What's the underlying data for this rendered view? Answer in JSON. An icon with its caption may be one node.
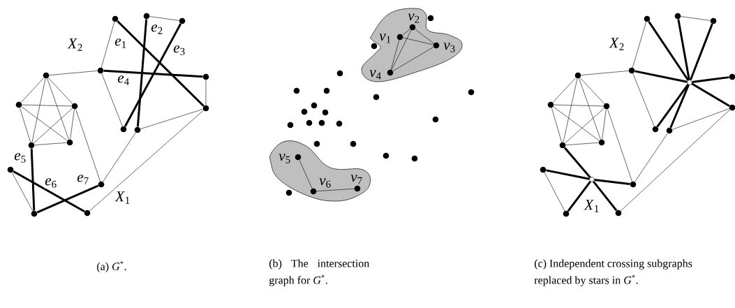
{
  "diagram": {
    "nodes": [
      {
        "text": [],
        "shape": "circle"
      },
      {
        "text": [],
        "shape": "circle"
      },
      {
        "text": [],
        "shape": "circle"
      },
      {
        "text": [],
        "shape": "circle"
      },
      {
        "text": [],
        "shape": "circle"
      },
      {
        "text": [],
        "shape": "circle"
      },
      {
        "text": [],
        "shape": "circle"
      },
      {
        "text": [],
        "shape": "circle"
      },
      {
        "text": [],
        "shape": "circle"
      },
      {
        "text": [],
        "shape": "circle"
      },
      {
        "text": [],
        "shape": "circle"
      },
      {
        "text": [],
        "shape": "circle"
      },
      {
        "text": [],
        "shape": "circle"
      },
      {
        "text": [],
        "shape": "circle"
      },
      {
        "text": [],
        "shape": "circle"
      },
      {
        "text": [],
        "shape": "circle"
      },
      {
        "text": [],
        "shape": "circle"
      },
      {
        "text": [],
        "shape": "cloud"
      },
      {
        "text": [],
        "shape": "circle",
        "in": 17,
        "beside": [
          "*v*$_{1}$"
        ]
      },
      {
        "text": [],
        "shape": "circle",
        "in": 17,
        "beside": [
          "*v*$_{2}$"
        ]
      },
      {
        "text": [],
        "shape": "circle",
        "in": 17,
        "beside": [
          "*v*$_{3}$"
        ]
      },
      {
        "text": [],
        "shape": "circle",
        "in": 17,
        "beside": [
          "*v*$_{4}$"
        ]
      },
      {
        "text": [],
        "shape": "circle"
      },
      {
        "text": [],
        "shape": "circle"
      },
      {
        "text": [],
        "shape": "circle"
      },
      {
        "text": [],
        "shape": "circle"
      },
      {
        "text": [],
        "shape": "circle"
      },
      {
        "text": [],
        "shape": "circle"
      },
      {
        "text": [],
        "shape": "circle"
      },
      {
        "text": [],
        "shape": "circle"
      },
      {
        "text": [],
        "shape": "circle"
      },
      {
        "text": [],
        "shape": "circle"
      },
      {
        "text": [],
        "shape": "circle"
      },
      {
        "text": [],
        "shape": "circle"
      },
      {
        "text": [],
        "shape": "circle"
      },
      {
        "text": [],
        "shape": "circle"
      },
      {
        "text": [],
        "shape": "circle"
      },
      {
        "text": [],
        "shape": "cloud"
      },
      {
        "text": [],
        "shape": "circle",
        "in": 37,
        "beside": [
          "*v*$_{5}$"
        ]
      },
      {
        "text": [],
        "shape": "circle",
        "in": 37,
        "beside": [
          "*v*$_{6}$"
        ]
      },
      {
        "text": [],
        "shape": "circle",
        "in": 37,
        "beside": [
          "*v*$_{7}$"
        ]
      },
      {
        "text": [],
        "shape": "circle"
      },
      {
        "text": [],
        "shape": "circle"
      },
      {
        "text": [],
        "shape": "circle"
      },
      {
        "text": [],
        "shape": "circle"
      },
      {
        "text": [],
        "shape": "circle"
      },
      {
        "text": [],
        "shape": "circle"
      },
      {
        "text": [],
        "shape": "circle"
      },
      {
        "text": [],
        "shape": "circle"
      },
      {
        "text": [],
        "shape": "circle"
      },
      {
        "text": [],
        "shape": "ring"
      },
      {
        "text": [],
        "shape": "circle"
      },
      {
        "text": [],
        "shape": "circle"
      },
      {
        "text": [],
        "shape": "circle"
      },
      {
        "text": [],
        "shape": "circle"
      },
      {
        "text": [],
        "shape": "circle"
      },
      {
        "text": [],
        "shape": "circle"
      },
      {
        "text": [],
        "shape": "circle"
      },
      {
        "text": [],
        "shape": "circle"
      },
      {
        "text": [],
        "shape": "circle"
      },
      {
        "text": [],
        "shape": "circle"
      },
      {
        "text": [],
        "shape": "ring"
      },
      {
        "text": [],
        "shape": "circle"
      },
      {
        "text": [],
        "shape": "circle"
      },
      {
        "text": [],
        "shape": "circle"
      }
    ],
    "edges": [
      {
        "from": 0,
        "to": 3,
        "arrow": "none"
      },
      {
        "from": 1,
        "to": 2,
        "arrow": "none"
      },
      {
        "from": 6,
        "to": 3,
        "arrow": "none"
      },
      {
        "from": 3,
        "to": 11,
        "arrow": "none"
      },
      {
        "from": 4,
        "to": 5,
        "arrow": "none"
      },
      {
        "from": 5,
        "to": 12,
        "arrow": "none"
      },
      {
        "from": 5,
        "to": 15,
        "arrow": "none"
      },
      {
        "from": 12,
        "to": 14,
        "arrow": "none"
      },
      {
        "from": 6,
        "to": 7,
        "arrow": "none"
      },
      {
        "from": 6,
        "to": 8,
        "arrow": "none"
      },
      {
        "from": 6,
        "to": 9,
        "arrow": "none"
      },
      {
        "from": 6,
        "to": 10,
        "arrow": "none"
      },
      {
        "from": 7,
        "to": 8,
        "arrow": "none"
      },
      {
        "from": 7,
        "to": 9,
        "arrow": "none"
      },
      {
        "from": 7,
        "to": 10,
        "arrow": "none"
      },
      {
        "from": 8,
        "to": 9,
        "arrow": "none"
      },
      {
        "from": 8,
        "to": 10,
        "arrow": "none"
      },
      {
        "from": 9,
        "to": 10,
        "arrow": "none"
      },
      {
        "from": 8,
        "to": 14,
        "arrow": "none"
      },
      {
        "from": 13,
        "to": 16,
        "arrow": "none"
      },
      {
        "from": 0,
        "to": 5,
        "arrow": "none",
        "style": "thick",
        "label": "*e*$_{1}$"
      },
      {
        "from": 1,
        "to": 12,
        "arrow": "none",
        "style": "thick",
        "label": "*e*$_{2}$"
      },
      {
        "from": 2,
        "to": 11,
        "arrow": "none",
        "style": "thick",
        "label": "*e*$_{3}$"
      },
      {
        "from": 3,
        "to": 4,
        "arrow": "none",
        "style": "thick",
        "label": "*e*$_{4}$"
      },
      {
        "from": 10,
        "to": 16,
        "arrow": "none",
        "style": "thick",
        "label": "*e*$_{5}$"
      },
      {
        "from": 13,
        "to": 15,
        "arrow": "none",
        "style": "thick",
        "label": "*e*$_{6}$"
      },
      {
        "from": 16,
        "to": 14,
        "arrow": "none",
        "style": "thick",
        "label": "*e*$_{7}$"
      },
      {
        "from": 18,
        "to": 19,
        "arrow": "none"
      },
      {
        "from": 18,
        "to": 20,
        "arrow": "none"
      },
      {
        "from": 18,
        "to": 21,
        "arrow": "none"
      },
      {
        "from": 19,
        "to": 20,
        "arrow": "none"
      },
      {
        "from": 19,
        "to": 21,
        "arrow": "none"
      },
      {
        "from": 20,
        "to": 21,
        "arrow": "none"
      },
      {
        "from": 38,
        "to": 39,
        "arrow": "none"
      },
      {
        "from": 39,
        "to": 40,
        "arrow": "none"
      },
      {
        "from": 46,
        "to": 49,
        "arrow": "none"
      },
      {
        "from": 47,
        "to": 48,
        "arrow": "none"
      },
      {
        "from": 53,
        "to": 49,
        "arrow": "none"
      },
      {
        "from": 49,
        "to": 58,
        "arrow": "none"
      },
      {
        "from": 52,
        "to": 59,
        "arrow": "none"
      },
      {
        "from": 52,
        "to": 63,
        "arrow": "none"
      },
      {
        "from": 59,
        "to": 62,
        "arrow": "none"
      },
      {
        "from": 53,
        "to": 54,
        "arrow": "none"
      },
      {
        "from": 53,
        "to": 55,
        "arrow": "none"
      },
      {
        "from": 53,
        "to": 56,
        "arrow": "none"
      },
      {
        "from": 53,
        "to": 57,
        "arrow": "none"
      },
      {
        "from": 54,
        "to": 55,
        "arrow": "none"
      },
      {
        "from": 54,
        "to": 56,
        "arrow": "none"
      },
      {
        "from": 54,
        "to": 57,
        "arrow": "none"
      },
      {
        "from": 55,
        "to": 56,
        "arrow": "none"
      },
      {
        "from": 55,
        "to": 57,
        "arrow": "none"
      },
      {
        "from": 56,
        "to": 57,
        "arrow": "none"
      },
      {
        "from": 55,
        "to": 62,
        "arrow": "none"
      },
      {
        "from": 60,
        "to": 64,
        "arrow": "none"
      },
      {
        "from": 50,
        "to": 46,
        "arrow": "none",
        "style": "thick"
      },
      {
        "from": 50,
        "to": 47,
        "arrow": "none",
        "style": "thick"
      },
      {
        "from": 50,
        "to": 48,
        "arrow": "none",
        "style": "thick"
      },
      {
        "from": 50,
        "to": 49,
        "arrow": "none",
        "style": "thick"
      },
      {
        "from": 50,
        "to": 51,
        "arrow": "none",
        "style": "thick"
      },
      {
        "from": 50,
        "to": 52,
        "arrow": "none",
        "style": "thick"
      },
      {
        "from": 50,
        "to": 58,
        "arrow": "none",
        "style": "thick"
      },
      {
        "from": 50,
        "to": 59,
        "arrow": "none",
        "style": "thick"
      },
      {
        "from": 61,
        "to": 57,
        "arrow": "none",
        "style": "thick"
      },
      {
        "from": 61,
        "to": 60,
        "arrow": "none",
        "style": "thick"
      },
      {
        "from": 61,
        "to": 62,
        "arrow": "none",
        "style": "thick"
      },
      {
        "from": 61,
        "to": 64,
        "arrow": "none",
        "style": "thick"
      },
      {
        "from": 61,
        "to": 63,
        "arrow": "none",
        "style": "thick"
      }
    ],
    "labels": [
      "*X*$_{2}$",
      "*X*$_{1}$",
      "*X*$_{2}$",
      "*X*$_{1}$",
      "(a) *G*$^{*}$.",
      "(b) The intersection graph for *G*$^{*}$.",
      "(c) Independent crossing subgraphs replaced by stars in *G*$^{*}$."
    ]
  }
}
